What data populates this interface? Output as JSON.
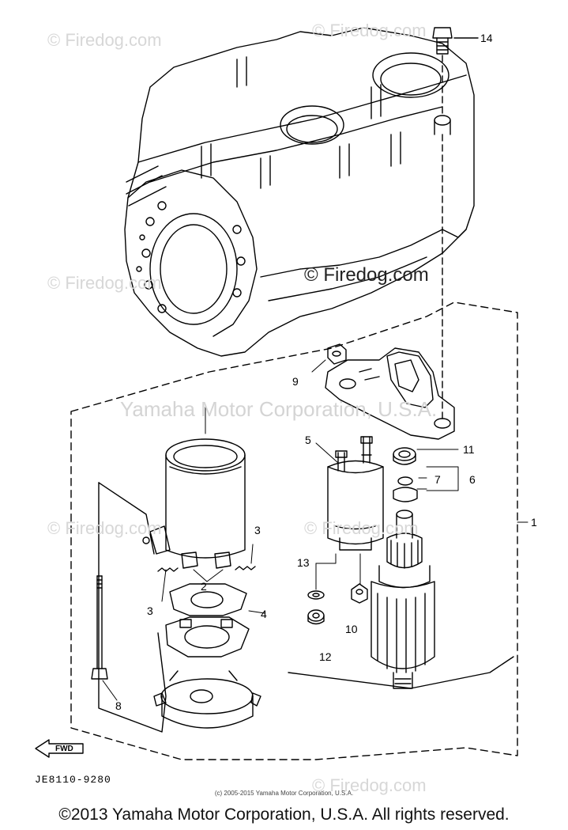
{
  "watermarks": {
    "firedog": "© Firedog.com",
    "firedog_dark": "© Firedog.com",
    "yamaha": "Yamaha Motor Corporation, U.S.A."
  },
  "callouts": [
    "14",
    "9",
    "5",
    "11",
    "7",
    "6",
    "1",
    "3",
    "3",
    "2",
    "4",
    "13",
    "10",
    "12",
    "8"
  ],
  "fwd": "FWD",
  "diagram_code": "JE8110-9280",
  "small_copyright": "(c) 2005-2015 Yamaha Motor Corporation, U.S.A.",
  "copyright": "©2013 Yamaha Motor Corporation, U.S.A. All rights reserved.",
  "colors": {
    "line": "#000000",
    "watermark": "#d7d7d7",
    "background": "#ffffff"
  }
}
